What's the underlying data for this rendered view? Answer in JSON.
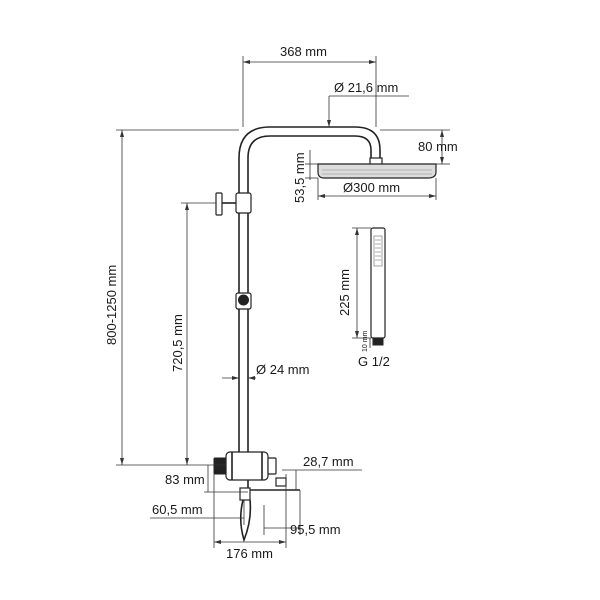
{
  "dimensions": {
    "arm_reach": "368 mm",
    "pipe_dia_top": "Ø 21,6 mm",
    "head_drop": "80 mm",
    "head_thickness": "53,5 mm",
    "head_dia": "Ø300 mm",
    "total_height": "800-1250 mm",
    "lower_height": "720,5 mm",
    "pipe_dia": "Ø 24 mm",
    "handshower_len": "225 mm",
    "handshower_w": "10 mm",
    "thread": "G 1/2",
    "mixer_offset": "83 mm",
    "spout_dim": "28,7 mm",
    "wall_offset": "60,5 mm",
    "spout_depth": "95,5 mm",
    "mixer_width": "176 mm"
  }
}
